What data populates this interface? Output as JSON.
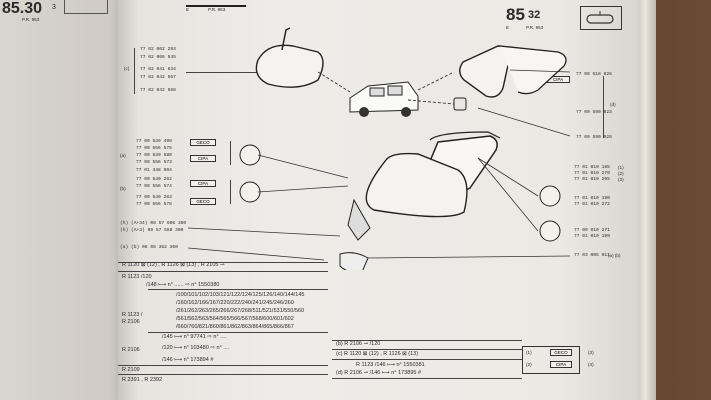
{
  "left_page": {
    "number": "85.30",
    "number_suffix": "3",
    "pr": "P.R. 953"
  },
  "header": {
    "page_main": "85",
    "page_sub": "32",
    "sub_left": "E",
    "pr": "P.R. 953",
    "mirror_icon": "mirror-icon"
  },
  "group_c": {
    "tag": "(c)",
    "refs": [
      "77 02 002 293",
      "77 02 006 545",
      "77 02 041 634",
      "77 02 042 567",
      "77 02 042 568"
    ]
  },
  "group_d": {
    "tag": "(d)",
    "refs": [
      "77 00 518 826",
      "77 00 590 923",
      "77 00 590 926"
    ],
    "cipa": "CIPA"
  },
  "group_a": {
    "tag": "(a)",
    "refs": [
      "77 00 539 499",
      "77 00 556 575",
      "77 00 539 580",
      "77 00 556 573",
      "77 01 348 094"
    ],
    "labels": [
      "GECO",
      "CIPA"
    ]
  },
  "group_b": {
    "tag": "(b)",
    "refs": [
      "77 00 540 262",
      "77 00 556 574",
      "77 00 540 263",
      "77 00 556 578"
    ],
    "labels": [
      "CIPA",
      "GECO"
    ]
  },
  "right_refs": {
    "set1": [
      "77 01 010 185",
      "77 01 010 270",
      "77 01 010 205"
    ],
    "set1_notes": [
      "(1)",
      "(2)",
      "(3)"
    ],
    "set2": [
      "77 01 010 190",
      "77 01 010 272"
    ],
    "set3": [
      "77 00 010 271",
      "77 01 010 199"
    ],
    "bottom": "77 03 005 011",
    "bottom_tags": "(a) (b)"
  },
  "screws": {
    "line1": "(h) (A+34) 08 57 606 300",
    "line2": "(h) (A+3) 08 57 688 300",
    "line3": "(a) (b) 06 08 352 300"
  },
  "table": {
    "row1": "R 1120  ⊠ (12) , R 1126 ⊠ (13) , R 2105 ⊸",
    "row2a": "R 1123  /120",
    "row2b": "/148  ⟼  n° ...... ⇨ n° 1550380",
    "row3_label": "R 1123 / R 2106",
    "row3_lines": [
      "/100/101/102/103/121/122/124/125/126/140/144/145",
      "/160/162/166/167/220/222/240/241/245/246/260",
      "/261/262/263/265/266/267/268/511/521/531/550/560",
      "/561/562/563/564/565/566/567/568/600/601/602",
      "/660/760/821/860/861/862/863/864/865/866/867"
    ],
    "row4": "/145 ⟼ n° 97741 ⇨ n° ....",
    "row5_label": "R 2106",
    "row5": "/120 ⟼ n° 103480 ⇨ n° ....",
    "row6": "/146 ⟼ n° 173894 #",
    "row7": "R 2109",
    "row8": "R 2391 , R 2392"
  },
  "table_right": {
    "r1": "(b)   R 2106  ⊸  /120",
    "r2": "(c)   R 1120  ⊠ (12) , R 1126 ⊠ (13)",
    "r3": "R 1123  /146  ⟼  n° 1550381",
    "r4": "(d)   R 2106  ⊸  /146  ⟼  n° 173895 #"
  },
  "legend": {
    "i1": "(1)",
    "i2": "(2)",
    "geco": "GECO",
    "cipa": "CIPA",
    "n1": "(3)",
    "n2": "(4)"
  }
}
